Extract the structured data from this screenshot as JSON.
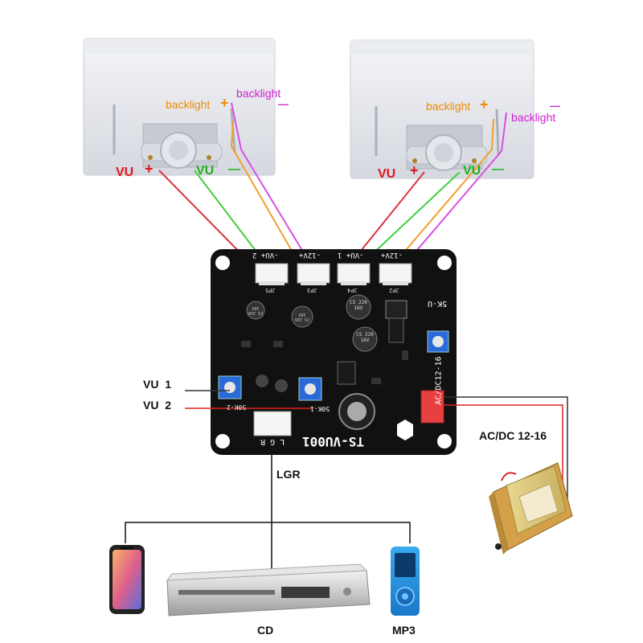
{
  "meters": [
    {
      "vu_label": "VU",
      "vu_plus": "+",
      "vu_minus_label": "VU",
      "vu_minus": "—",
      "backlight_plus_label": "backlight",
      "backlight_plus_sign": "+",
      "backlight_minus_label": "backlight",
      "backlight_minus_sign": "—"
    },
    {
      "vu_label": "VU",
      "vu_plus": "+",
      "vu_minus_label": "VU",
      "vu_minus": "—",
      "backlight_plus_label": "backlight",
      "backlight_plus_sign": "+",
      "backlight_minus_label": "backlight",
      "backlight_minus_sign": "—"
    }
  ],
  "board": {
    "model": "TS-VU001",
    "power_silk": "AC/DC12-16",
    "headers": [
      {
        "silk": "-VU+ 2",
        "id": "JP5"
      },
      {
        "silk": "-12V+",
        "id": "JP3"
      },
      {
        "silk": "-VU+ 1",
        "id": "JP4"
      },
      {
        "silk": "-12V+",
        "id": "JP2"
      }
    ],
    "pot_top_label": "5K-U",
    "pot_left_label": "50K-2",
    "pot_mid_label": "50K-1",
    "input_pins": "L G R",
    "caps": [
      {
        "text": "CS 220 16V"
      },
      {
        "text": "CS 220 16V"
      },
      {
        "text": "CS 220 16V"
      },
      {
        "text": "CS 220 16V"
      }
    ]
  },
  "labels": {
    "vu1": "VU  1",
    "vu2": "VU  2",
    "power": "AC/DC 12-16",
    "lgr": "LGR",
    "cd": "CD",
    "mp3": "MP3"
  },
  "colors": {
    "vu_plus_wire": "#d9343d",
    "vu_minus_wire": "#3fcf3f",
    "backlight_plus_wire": "#f0a030",
    "backlight_minus_wire": "#d94fe0",
    "vu_text": "#e0141e",
    "vu_minus_text": "#20b020",
    "backlight_plus_text": "#f08a00",
    "backlight_minus_text": "#d020d0",
    "pcb": "#111111"
  },
  "icons": [
    "vu-meter-left",
    "vu-meter-right",
    "driver-board",
    "transformer-icon",
    "smartphone-icon",
    "cd-player-icon",
    "mp3-player-icon"
  ]
}
